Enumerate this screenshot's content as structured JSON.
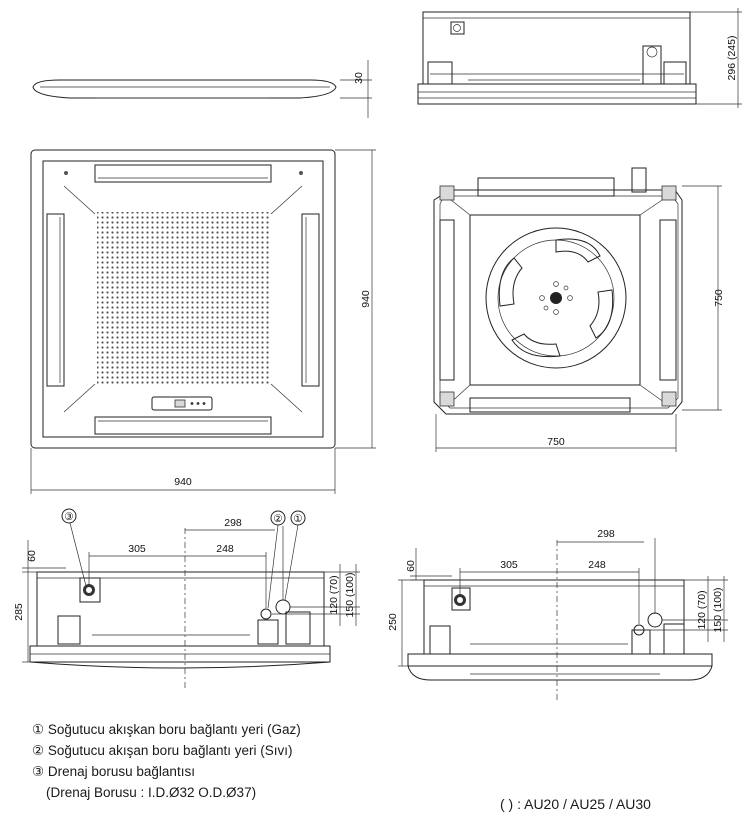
{
  "dimensions": {
    "panel_thickness": "30",
    "unit_height": "296 (245)",
    "panel_width": "940",
    "panel_depth": "940",
    "unit_width": "750",
    "unit_depth": "750",
    "left_view": {
      "top_offset": "60",
      "left_span": "305",
      "right_span": "248",
      "top_span": "298",
      "height": "285",
      "pipe1_height": "120 (70)",
      "pipe2_height": "150 (100)"
    },
    "right_view": {
      "top_offset": "60",
      "left_span": "305",
      "right_span": "248",
      "top_span": "298",
      "height": "250",
      "pipe1_height": "120 (70)",
      "pipe2_height": "150 (100)"
    }
  },
  "callouts": {
    "one": "①",
    "two": "②",
    "three": "③"
  },
  "legend": {
    "item1": "① Soğutucu akışkan boru bağlantı yeri (Gaz)",
    "item2": "② Soğutucu akışan boru bağlantı yeri  (Sıvı)",
    "item3": "③ Drenaj borusu bağlantısı",
    "item4": "(Drenaj Borusu : I.D.Ø32  O.D.Ø37)"
  },
  "models_note": "(  ) : AU20 /  AU25 /  AU30"
}
